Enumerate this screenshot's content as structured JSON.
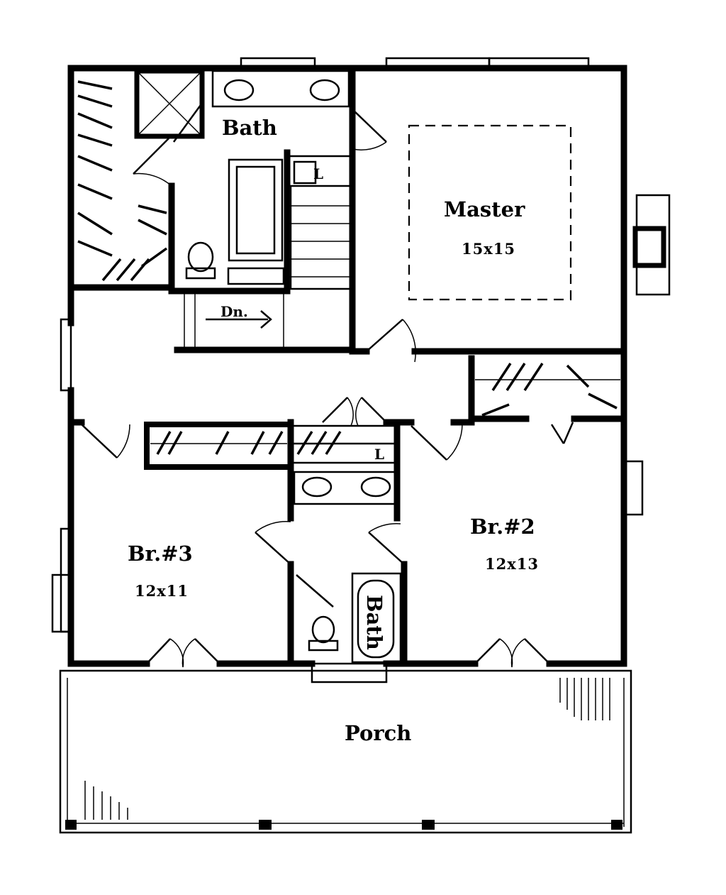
{
  "rooms": {
    "master": {
      "name": "Master",
      "size": "15x15"
    },
    "br2": {
      "name": "Br.#2",
      "size": "12x13"
    },
    "br3": {
      "name": "Br.#3",
      "size": "12x11"
    },
    "bath_upper": {
      "name": "Bath"
    },
    "bath_lower": {
      "name": "Bath"
    },
    "porch": {
      "name": "Porch"
    }
  },
  "labels": {
    "stairs_down": "Dn.",
    "linen_upper": "L",
    "linen_lower": "L"
  }
}
